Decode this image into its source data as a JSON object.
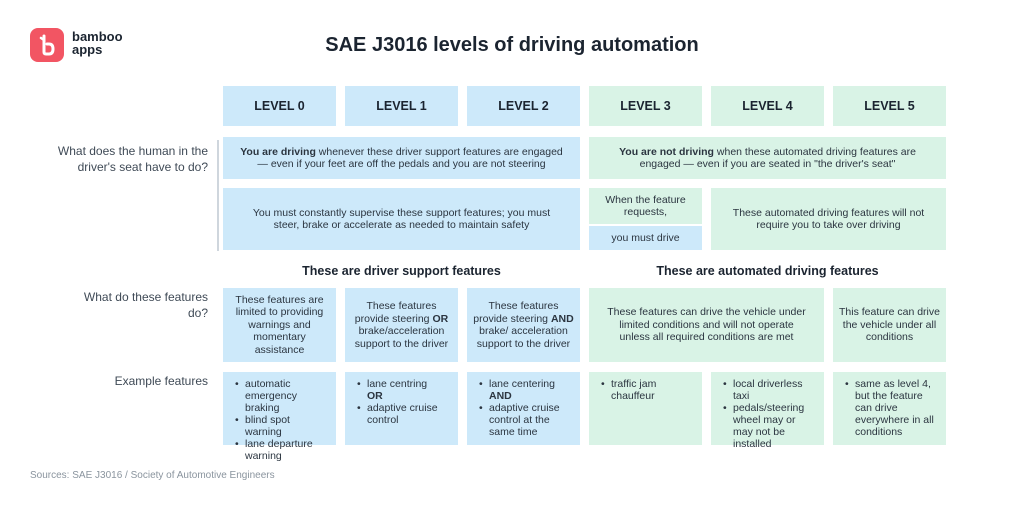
{
  "header": {
    "logo_line1": "bamboo",
    "logo_line2": "apps",
    "title": "SAE J3016 levels of driving automation"
  },
  "levels": [
    "LEVEL 0",
    "LEVEL 1",
    "LEVEL 2",
    "LEVEL 3",
    "LEVEL 4",
    "LEVEL 5"
  ],
  "question1": "What does the human in the driver's seat have to do?",
  "row1": {
    "support_bold": "You are driving",
    "support_rest": "whenever these driver support features are engaged — even if your feet are off the pedals and you are not steering",
    "auto_bold": "You are not driving",
    "auto_rest": "when these automated driving features are engaged — even if you are seated in \"the driver's seat\""
  },
  "row2": {
    "support": "You must constantly supervise these support features; you must steer, brake or accelerate as needed to maintain safety",
    "l3_top": "When the feature requests,",
    "l3_bottom": "you must drive",
    "l45": "These automated driving features will not require you to take over driving"
  },
  "section_support": "These are driver support features",
  "section_auto": "These are automated driving features",
  "question2": "What do these features do?",
  "features": {
    "l0": "These features are limited to providing warnings and momentary assistance",
    "l1_pre": "These features provide steering",
    "l1_bold": "OR",
    "l1_post": "brake/acceleration support to the driver",
    "l2_pre": "These features provide steering",
    "l2_bold": "AND",
    "l2_post": "brake/ acceleration support to the driver",
    "l34": "These features can drive the vehicle under limited conditions and will not operate unless all required conditions are met",
    "l5": "This feature can drive the vehicle under all conditions"
  },
  "question3": "Example features",
  "examples": {
    "l0": [
      "automatic emergency braking",
      "blind spot warning",
      "lane departure warning"
    ],
    "l1_a": "lane centring",
    "l1_or": "OR",
    "l1_b": "adaptive cruise control",
    "l2_a": "lane centering",
    "l2_and": "AND",
    "l2_b": "adaptive cruise control at the same time",
    "l3": [
      "traffic jam chauffeur"
    ],
    "l4": [
      "local driverless taxi",
      "pedals/steering wheel may or may not be installed"
    ],
    "l5": [
      "same as level 4, but the feature can drive everywhere in all conditions"
    ]
  },
  "source": "Sources: SAE J3016 / Society of Automotive Engineers",
  "colors": {
    "support": "#cde9fa",
    "automated": "#d9f3e6",
    "logo": "#f25563"
  }
}
